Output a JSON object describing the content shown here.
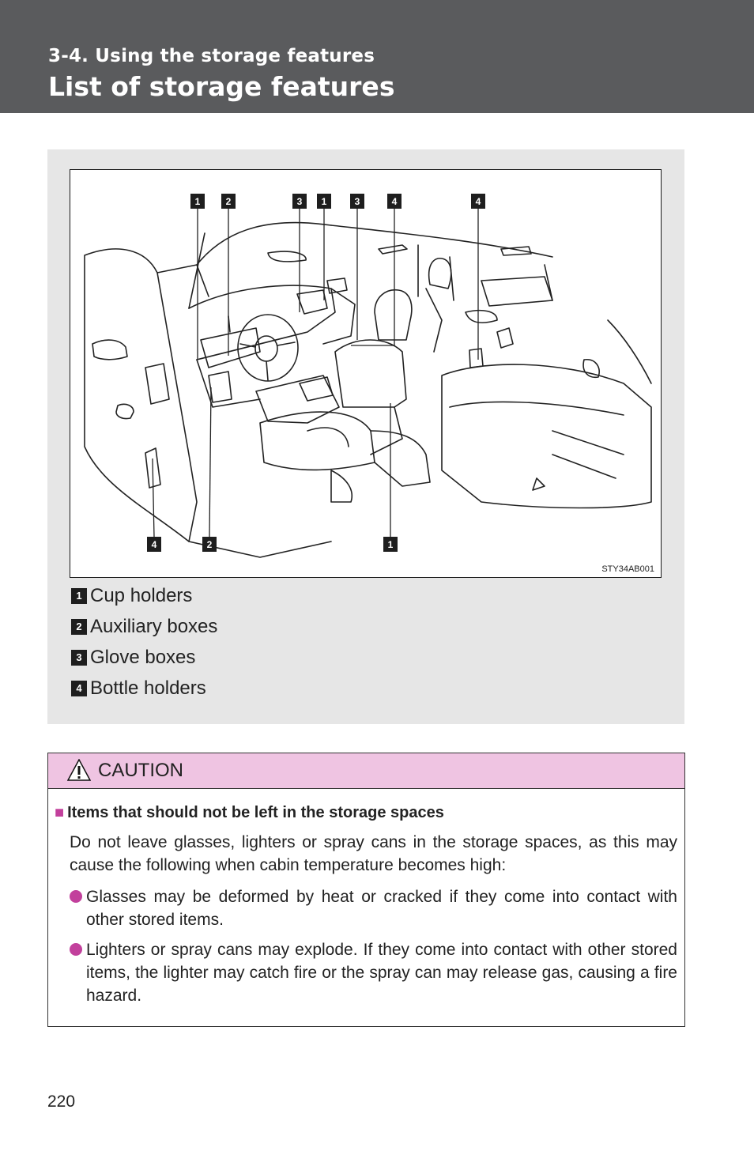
{
  "header": {
    "section": "3-4. Using the storage features",
    "title": "List of storage features"
  },
  "figure": {
    "code": "STY34AB001",
    "top_callouts": [
      "1",
      "2",
      "3",
      "1",
      "3",
      "4",
      "4"
    ],
    "bottom_callouts": [
      "4",
      "2",
      "1"
    ]
  },
  "legend": [
    {
      "num": "1",
      "label": "Cup holders"
    },
    {
      "num": "2",
      "label": "Auxiliary boxes"
    },
    {
      "num": "3",
      "label": "Glove boxes"
    },
    {
      "num": "4",
      "label": "Bottle holders"
    }
  ],
  "caution": {
    "title": "CAUTION",
    "heading": "Items that should not be left in the storage spaces",
    "body": "Do not leave glasses, lighters or spray cans in the storage spaces, as this may cause the following when cabin temperature becomes high:",
    "bullets": [
      "Glasses may be deformed by heat or cracked if they come into contact with other stored items.",
      "Lighters or spray cans may explode. If they come into contact with other stored items, the lighter may catch fire or the spray can may release gas, causing a fire hazard."
    ]
  },
  "page_number": "220"
}
